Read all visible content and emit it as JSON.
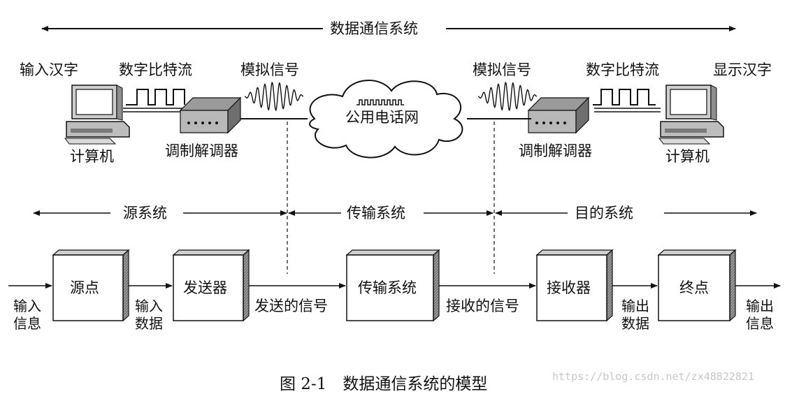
{
  "top": {
    "span_label": "数据通信系统",
    "left": {
      "input_label": "输入汉字",
      "digital_label": "数字比特流",
      "analog_label": "模拟信号",
      "computer_label": "计算机",
      "modem_label": "调制解调器"
    },
    "network_label": "公用电话网",
    "right": {
      "analog_label": "模拟信号",
      "digital_label": "数字比特流",
      "output_label": "显示汉字",
      "modem_label": "调制解调器",
      "computer_label": "计算机"
    }
  },
  "sections": {
    "source": "源系统",
    "transmission": "传输系统",
    "destination": "目的系统"
  },
  "blocks": {
    "source": "源点",
    "transmitter": "发送器",
    "transmission_system": "传输系统",
    "receiver": "接收器",
    "destination": "终点"
  },
  "flow": {
    "input_info": [
      "输入",
      "信息"
    ],
    "input_data": [
      "输入",
      "数据"
    ],
    "sent_signal": "发送的信号",
    "received_signal": "接收的信号",
    "output_data": [
      "输出",
      "数据"
    ],
    "output_info": [
      "输出",
      "信息"
    ]
  },
  "caption": "图 2-1　数据通信系统的模型",
  "watermark": "https://blog.csdn.net/zx48822821",
  "icons": [
    "computer-icon",
    "modem-icon",
    "cloud-icon",
    "square-wave-icon",
    "sine-wave-icon"
  ],
  "colors": {
    "box_fill": "#ffffff",
    "box_side": "#8a8a8a",
    "stroke": "#111111"
  }
}
